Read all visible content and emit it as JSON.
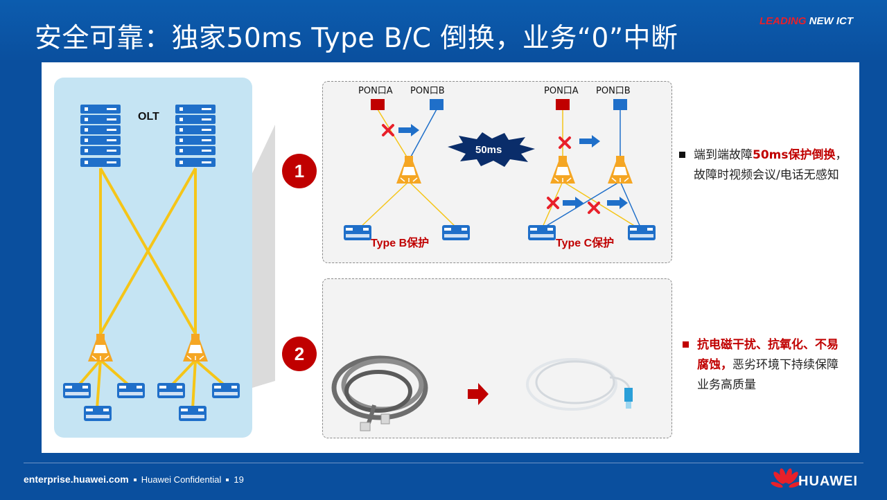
{
  "header": {
    "title": "安全可靠：独家50ms Type B/C 倒换，业务“0”中断",
    "tagline_red": "LEADING",
    "tagline_white": " NEW ICT"
  },
  "left_diagram": {
    "olt_label": "OLT"
  },
  "section1": {
    "number": "1",
    "type_b": {
      "pon_a": "PON口A",
      "pon_b": "PON口B",
      "label": "Type B保护"
    },
    "type_c": {
      "pon_a": "PON口A",
      "pon_b": "PON口B",
      "label": "Type C保护"
    },
    "switch_time": "50ms",
    "bullet": {
      "highlight": "50ms保护倒换",
      "prefix": "端到端故障",
      "rest": "，故障时视频会议/电话无感知"
    }
  },
  "section2": {
    "number": "2",
    "bullet": {
      "highlight": "抗电磁干扰、抗氧化、不易腐蚀，",
      "rest": "恶劣环境下持续保障业务高质量"
    }
  },
  "footer": {
    "site": "enterprise.huawei.com",
    "confidential": "Huawei Confidential",
    "page": "19",
    "brand": "HUAWEI"
  },
  "colors": {
    "brand_blue": "#0a4f9e",
    "accent_red": "#c00000",
    "fiber_yellow": "#f5c518",
    "device_orange": "#f5a623"
  }
}
